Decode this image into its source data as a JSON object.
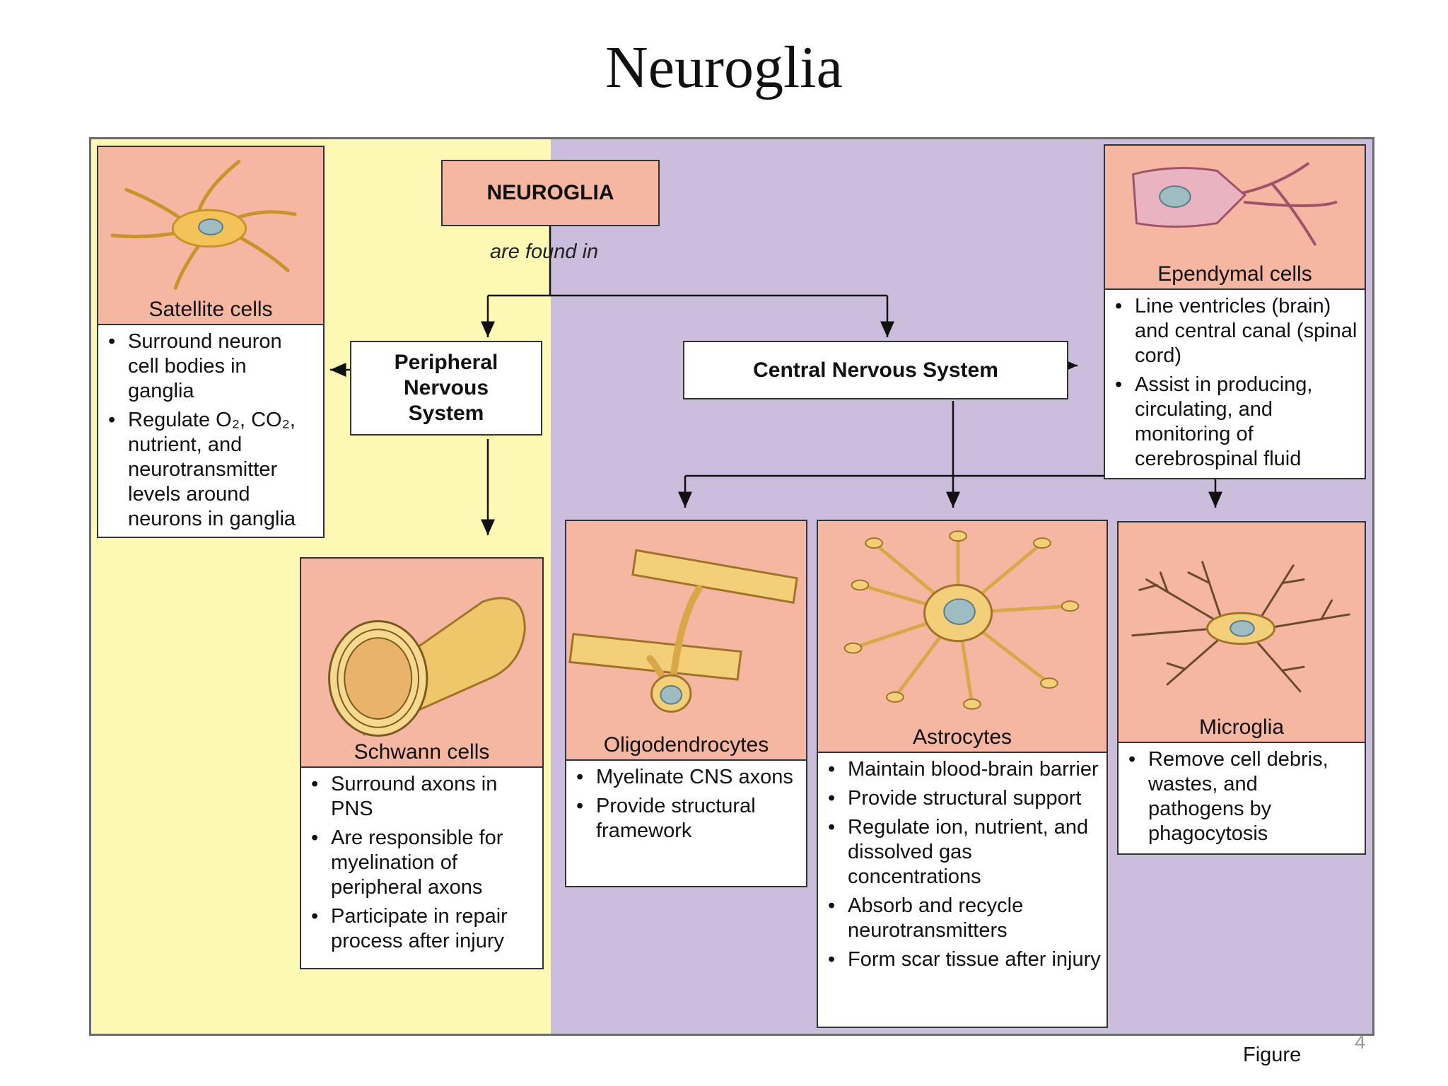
{
  "slide": {
    "title": "Neuroglia",
    "footer": "Figure",
    "page_number": "4"
  },
  "root": {
    "label": "NEUROGLIA",
    "connector": "are found in"
  },
  "systems": {
    "pns": "Peripheral Nervous System",
    "cns": "Central Nervous System"
  },
  "colors": {
    "pns_background": "#fdf8b4",
    "cns_background": "#cbbedd",
    "cell_header": "#f6b7a2"
  },
  "cells": {
    "satellite": {
      "name": "Satellite cells",
      "functions": [
        "Surround neuron cell bodies in ganglia",
        "Regulate O₂, CO₂, nutrient, and neurotransmitter levels around neurons in ganglia"
      ]
    },
    "schwann": {
      "name": "Schwann cells",
      "functions": [
        "Surround axons in PNS",
        "Are responsible for myelination of peripheral axons",
        "Participate in repair process after injury"
      ]
    },
    "ependymal": {
      "name": "Ependymal cells",
      "functions": [
        "Line ventricles (brain) and central canal (spinal cord)",
        "Assist in producing, circulating, and monitoring of cerebrospinal fluid"
      ]
    },
    "oligodendrocytes": {
      "name": "Oligodendrocytes",
      "functions": [
        "Myelinate CNS axons",
        "Provide structural framework"
      ]
    },
    "astrocytes": {
      "name": "Astrocytes",
      "functions": [
        "Maintain blood-brain barrier",
        "Provide structural support",
        "Regulate ion, nutrient, and dissolved gas concentrations",
        "Absorb and recycle neurotransmitters",
        "Form scar tissue after injury"
      ]
    },
    "microglia": {
      "name": "Microglia",
      "functions": [
        "Remove cell debris, wastes, and pathogens by phagocytosis"
      ]
    }
  }
}
